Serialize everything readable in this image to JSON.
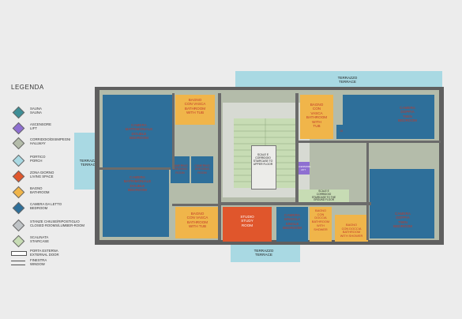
{
  "legend": {
    "title": "LEGENDA",
    "items": [
      {
        "key": "sauna",
        "label": "SAUNA\nSAUNA",
        "color": "#3e8e96"
      },
      {
        "key": "lift",
        "label": "ASCENSORE\nLIFT",
        "color": "#8e6fd1"
      },
      {
        "key": "hallway",
        "label": "CORRIDOIO/DISIMPEGNI\nHALLWAY",
        "color": "#b4bcaa"
      },
      {
        "key": "porch",
        "label": "PORTICO\nPORCH",
        "color": "#a9d9e3"
      },
      {
        "key": "living",
        "label": "ZONA GIORNO\nLIVING SPACE",
        "color": "#e0562c"
      },
      {
        "key": "bathroom",
        "label": "BAGNO\nBATHROOM",
        "color": "#f0b54a"
      },
      {
        "key": "bedroom",
        "label": "CAMERA DA LETTO\nBEDROOM",
        "color": "#2e6f9a"
      },
      {
        "key": "closed",
        "label": "STANZE CHIUSE/RIPOSTIGLIO\nCLOSED ROOMS/LUMBER-ROOM",
        "color": "#bfc3c6"
      },
      {
        "key": "staircase",
        "label": "SCALINATA\nSTAIRCASE",
        "color": "#c7dcb4"
      },
      {
        "key": "door",
        "label": "PORTA ESTERNA\nEXTERNAL DOOR",
        "color": "#ffffff"
      },
      {
        "key": "window",
        "label": "FINESTRA\nWINDOW",
        "color": "#ffffff"
      }
    ]
  },
  "rooms": {
    "terrace_top": "TERRAZZO\nTERRACE",
    "terrace_left": "TERRAZZO\nTERRACE",
    "terrace_bottom": "TERRAZZO\nTERRACE",
    "bath_tub_left": "BAGNO\nCON VASCA\nBATHROOM\nWITH TUB",
    "bath_tub_right": "BAGNO\nCON\nVASCA\nBATHROOM\nWITH\nTUB",
    "master_upper": "CAMERA\nMATRIMONIALE\nDOUBLE\nBEDROOM",
    "master_lower": "CAMERA\nMATRIMONIALE\nDOUBLE\nBEDROOM",
    "dressing_left": "CAMERINO\nDRESSING\nROOM",
    "dressing_mid": "CAMERINO\nDRESSING\nROOM",
    "dressing_right": "CAMERINO\nDRESSING ROOM",
    "twin_upper": "CAMERA\nDOPPIA\nTWIN\nBEDROOM",
    "twin_lower": "CAMERA\nDOPPIA\nTWIN\nBEDROOM",
    "bath_tub_lower": "BAGNO\nCON VASCA\nBATHROOM\nWITH TUB",
    "study": "STUDIO\nSTUDY\nROOM",
    "single": "CAMERA\nSINGOLA\nSINGLE\nBEDROOM",
    "bath_shower_a": "BAGNO\nCON\nDOCCIA\nBATHROOM\nWITH\nSHOWER",
    "bath_shower_b": "BAGNO\nCON DOCCIA\nBATHROOM\nWITH SHOWER",
    "lift": "ASCENSORE\nLIFT",
    "stair_note": "SCALE E\nCORRIDOIO\nSTAIRCASE TO\nUPPER FLOOR",
    "closet_note": "SCALE E\nCORRIDOIO\nSTAIRCASE TO THE\nGROUND FLOOR"
  }
}
